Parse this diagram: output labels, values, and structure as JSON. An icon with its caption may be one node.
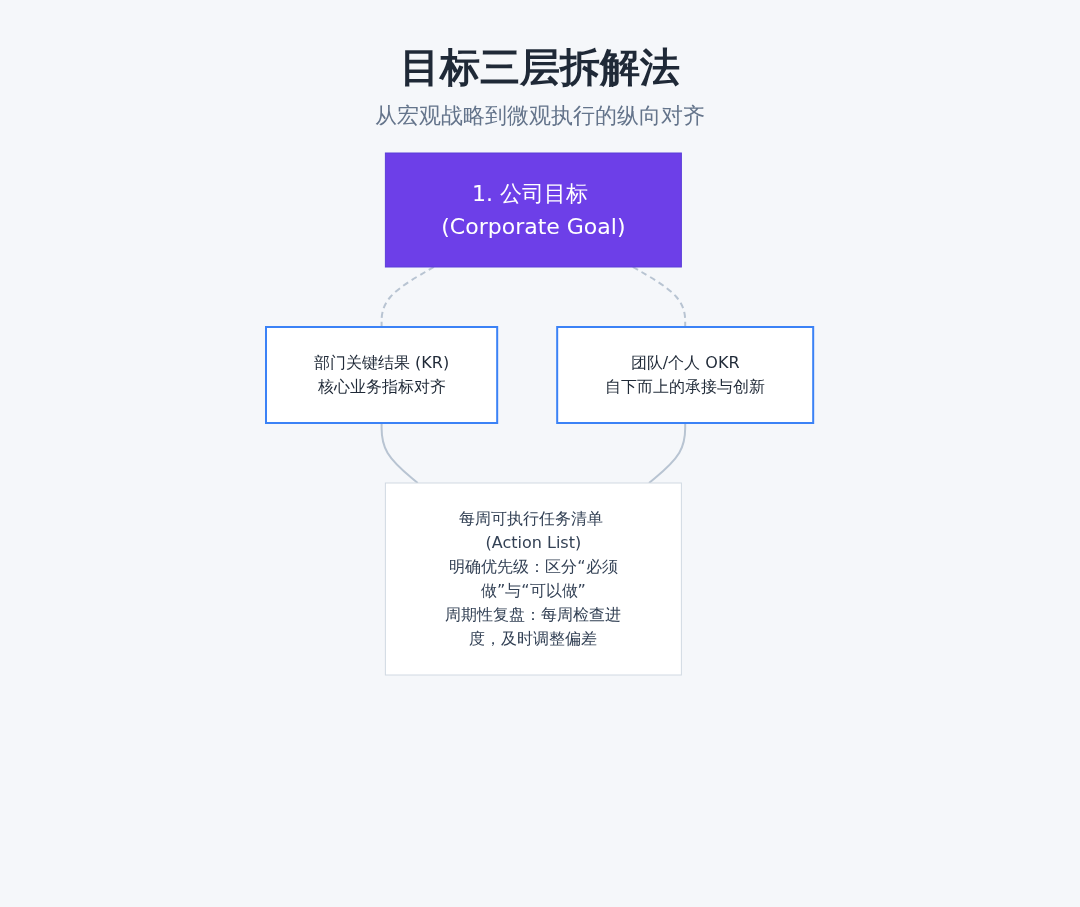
{
  "diagram": {
    "title": "目标三层拆解法",
    "nodes": [
      {
        "text": [
          "1. 公司目标 (Corporate Goal)"
        ]
      },
      {
        "text": [
          "部门关键结果 (KR)",
          "核心业务指标对齐"
        ]
      },
      {
        "text": [
          "团队/个人 OKR",
          "自下而上的承接与创新"
        ]
      },
      {
        "text": [
          "每周可执行任务清单 (Action List)",
          "明确优先级：区分“必须做”与“可以做”",
          "周期性复盘：每周检查进度，及时调整偏差"
        ]
      }
    ],
    "edges": [
      {
        "from": 0,
        "to": 1,
        "arrow": "none",
        "style": "dashed"
      },
      {
        "from": 0,
        "to": 2,
        "arrow": "none",
        "style": "dashed"
      },
      {
        "from": 1,
        "to": 3,
        "arrow": "none"
      },
      {
        "from": 2,
        "to": 3,
        "arrow": "none"
      }
    ],
    "labels": [
      "从宏观战略到微观执行的纵向对齐"
    ]
  }
}
